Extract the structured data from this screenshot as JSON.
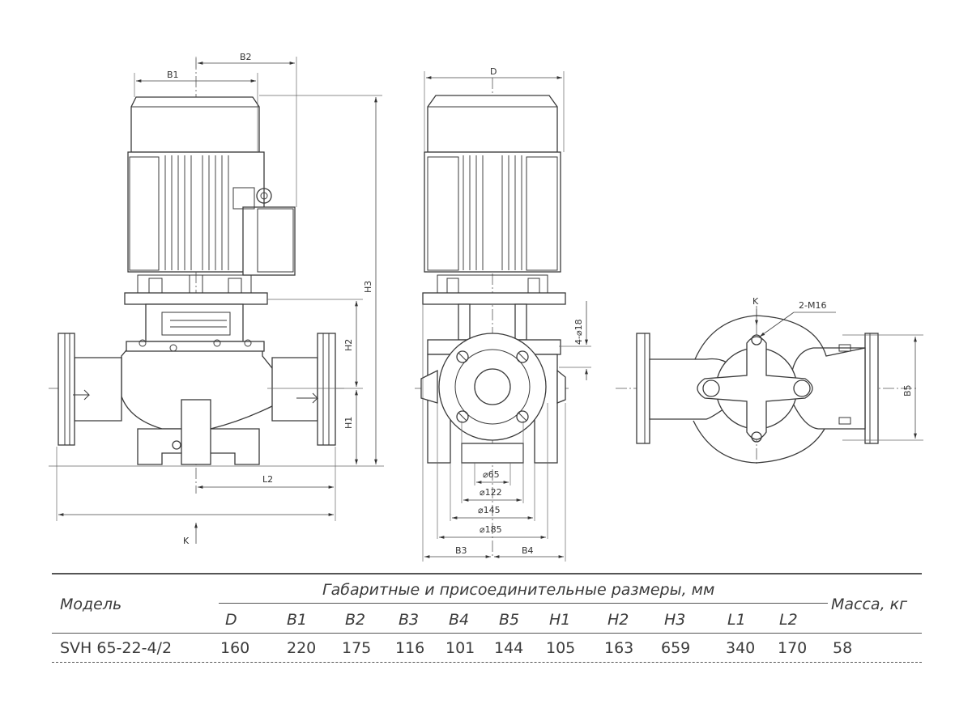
{
  "drawing": {
    "labels": {
      "B1": "B1",
      "B2": "B2",
      "D": "D",
      "H1": "H1",
      "H2": "H2",
      "H3": "H3",
      "L1_arrow_label": "K",
      "L2": "L2",
      "K_side": "K",
      "K_top": "K",
      "B3": "B3",
      "B4": "B4",
      "B5": "B5",
      "holes": "4-⌀18",
      "bolts": "2-M16",
      "d65": "⌀65",
      "d122": "⌀122",
      "d145": "⌀145",
      "d185": "⌀185"
    }
  },
  "table": {
    "model_header": "Модель",
    "group_header": "Габаритные и присоединительные размеры, мм",
    "mass_header": "Масса, кг",
    "columns": [
      "D",
      "B1",
      "B2",
      "B3",
      "B4",
      "B5",
      "H1",
      "H2",
      "H3",
      "L1",
      "L2"
    ],
    "rows": [
      {
        "model": "SVH 65-22-4/2",
        "values": [
          "160",
          "220",
          "175",
          "116",
          "101",
          "144",
          "105",
          "163",
          "659",
          "340",
          "170"
        ],
        "mass": "58"
      }
    ]
  }
}
